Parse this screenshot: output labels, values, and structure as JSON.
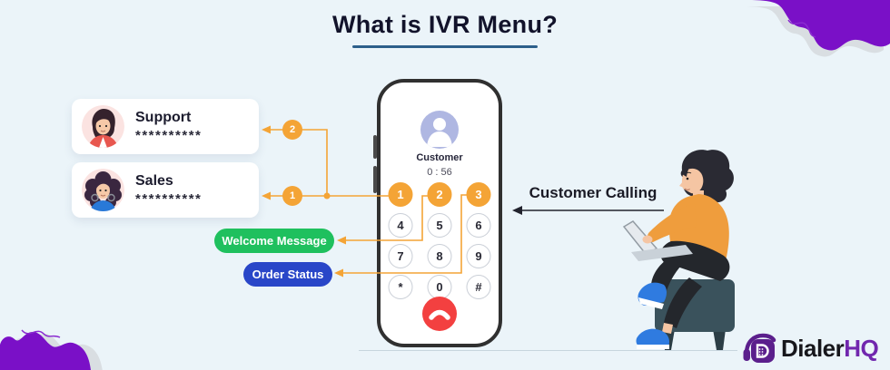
{
  "title": {
    "text": "What is IVR Menu?"
  },
  "cards": [
    {
      "name": "Support",
      "masked_number": "**********",
      "key_label": "2"
    },
    {
      "name": "Sales",
      "masked_number": "**********",
      "key_label": "1"
    }
  ],
  "pills": {
    "welcome": {
      "label": "Welcome Message"
    },
    "order": {
      "label": "Order Status"
    }
  },
  "phone": {
    "contact_name": "Customer",
    "call_timer": "0 : 56",
    "keys": [
      "1",
      "2",
      "3",
      "4",
      "5",
      "6",
      "7",
      "8",
      "9",
      "*",
      "0",
      "#"
    ]
  },
  "annotation": {
    "label": "Customer Calling"
  },
  "logo": {
    "name_primary": "Dialer",
    "name_accent": "HQ"
  },
  "colors": {
    "background": "#EBF4F9",
    "accent_orange": "#F4A436",
    "green_pill": "#1FC05E",
    "blue_pill": "#2946C8",
    "hangup_red": "#F34040",
    "brand_purple": "#7A10C7",
    "underline_blue": "#2D5F8B"
  }
}
